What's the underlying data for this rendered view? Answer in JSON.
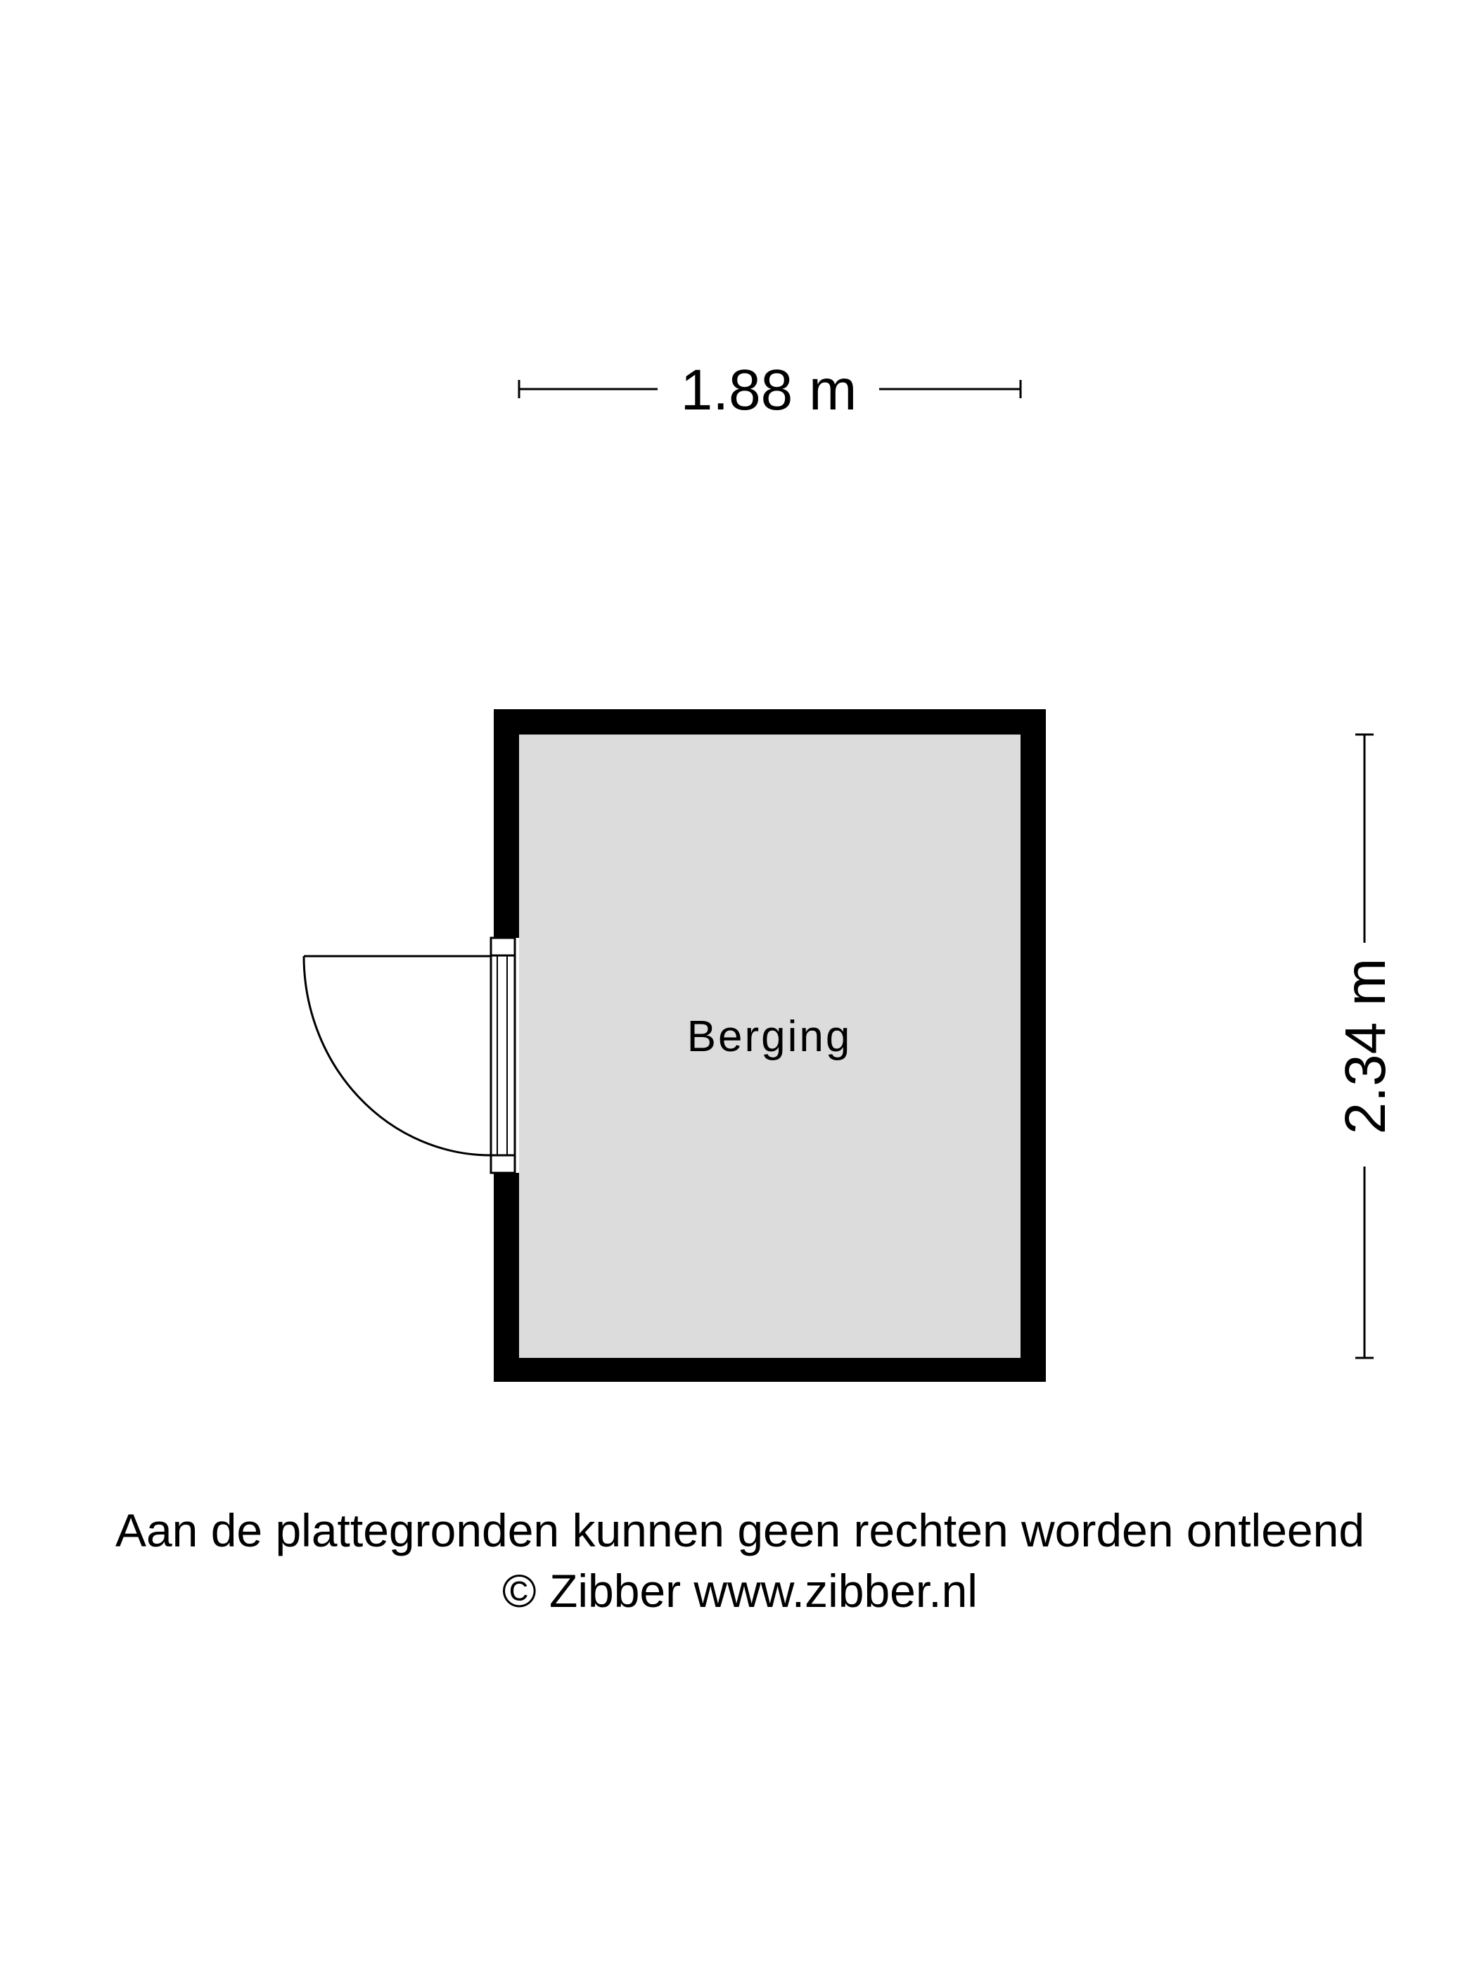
{
  "floorplan": {
    "width_dimension": "1.88 m",
    "height_dimension": "2.34 m",
    "rooms": [
      {
        "name": "Berging"
      }
    ],
    "colors": {
      "wall": "#000000",
      "floor": "#dcdcdc",
      "background": "#ffffff"
    }
  },
  "footer": {
    "disclaimer": "Aan de plattegronden kunnen geen rechten worden ontleend",
    "copyright": "© Zibber www.zibber.nl"
  }
}
